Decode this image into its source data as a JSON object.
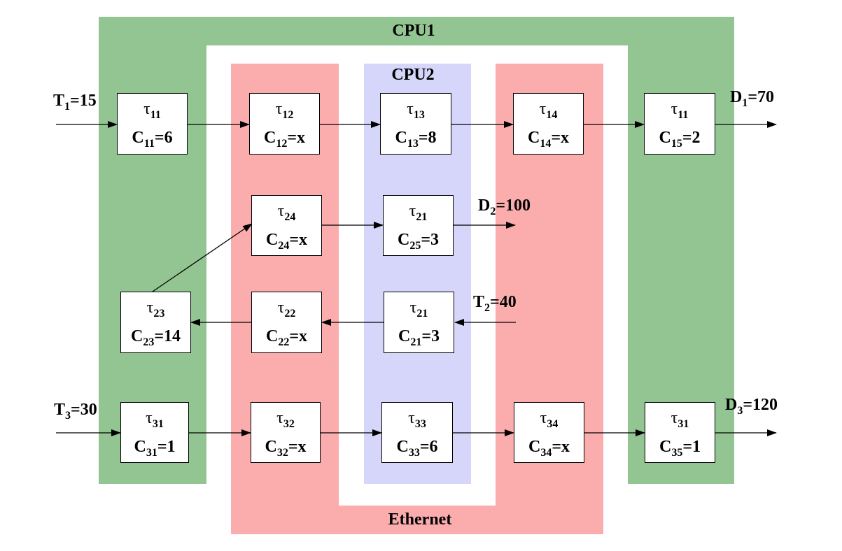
{
  "regions": {
    "cpu1": "CPU1",
    "cpu2": "CPU2",
    "ethernet": "Ethernet"
  },
  "colors": {
    "cpu1": "#93c593",
    "cpu2": "#d6d6fb",
    "ethernet": "#fbadad"
  },
  "tasks": {
    "t11": {
      "tau": "τ",
      "tau_sub": "11",
      "c": "C",
      "c_sub": "11",
      "c_val": "=6"
    },
    "t12": {
      "tau": "τ",
      "tau_sub": "12",
      "c": "C",
      "c_sub": "12",
      "c_val": "=x"
    },
    "t13": {
      "tau": "τ",
      "tau_sub": "13",
      "c": "C",
      "c_sub": "13",
      "c_val": "=8"
    },
    "t14": {
      "tau": "τ",
      "tau_sub": "14",
      "c": "C",
      "c_sub": "14",
      "c_val": "=x"
    },
    "t15": {
      "tau": "τ",
      "tau_sub": "11",
      "c": "C",
      "c_sub": "15",
      "c_val": "=2"
    },
    "t24": {
      "tau": "τ",
      "tau_sub": "24",
      "c": "C",
      "c_sub": "24",
      "c_val": "=x"
    },
    "t25": {
      "tau": "τ",
      "tau_sub": "21",
      "c": "C",
      "c_sub": "25",
      "c_val": "=3"
    },
    "t23": {
      "tau": "τ",
      "tau_sub": "23",
      "c": "C",
      "c_sub": "23",
      "c_val": "=14"
    },
    "t22": {
      "tau": "τ",
      "tau_sub": "22",
      "c": "C",
      "c_sub": "22",
      "c_val": "=x"
    },
    "t21": {
      "tau": "τ",
      "tau_sub": "21",
      "c": "C",
      "c_sub": "21",
      "c_val": "=3"
    },
    "t31": {
      "tau": "τ",
      "tau_sub": "31",
      "c": "C",
      "c_sub": "31",
      "c_val": "=1"
    },
    "t32": {
      "tau": "τ",
      "tau_sub": "32",
      "c": "C",
      "c_sub": "32",
      "c_val": "=x"
    },
    "t33": {
      "tau": "τ",
      "tau_sub": "33",
      "c": "C",
      "c_sub": "33",
      "c_val": "=6"
    },
    "t34": {
      "tau": "τ",
      "tau_sub": "34",
      "c": "C",
      "c_sub": "34",
      "c_val": "=x"
    },
    "t35": {
      "tau": "τ",
      "tau_sub": "31",
      "c": "C",
      "c_sub": "35",
      "c_val": "=1"
    }
  },
  "labels": {
    "T1": {
      "main": "T",
      "sub": "1",
      "val": "=15"
    },
    "D1": {
      "main": "D",
      "sub": "1",
      "val": "=70"
    },
    "D2": {
      "main": "D",
      "sub": "2",
      "val": "=100"
    },
    "T2": {
      "main": "T",
      "sub": "2",
      "val": "=40"
    },
    "T3": {
      "main": "T",
      "sub": "3",
      "val": "=30"
    },
    "D3": {
      "main": "D",
      "sub": "3",
      "val": "=120"
    }
  }
}
